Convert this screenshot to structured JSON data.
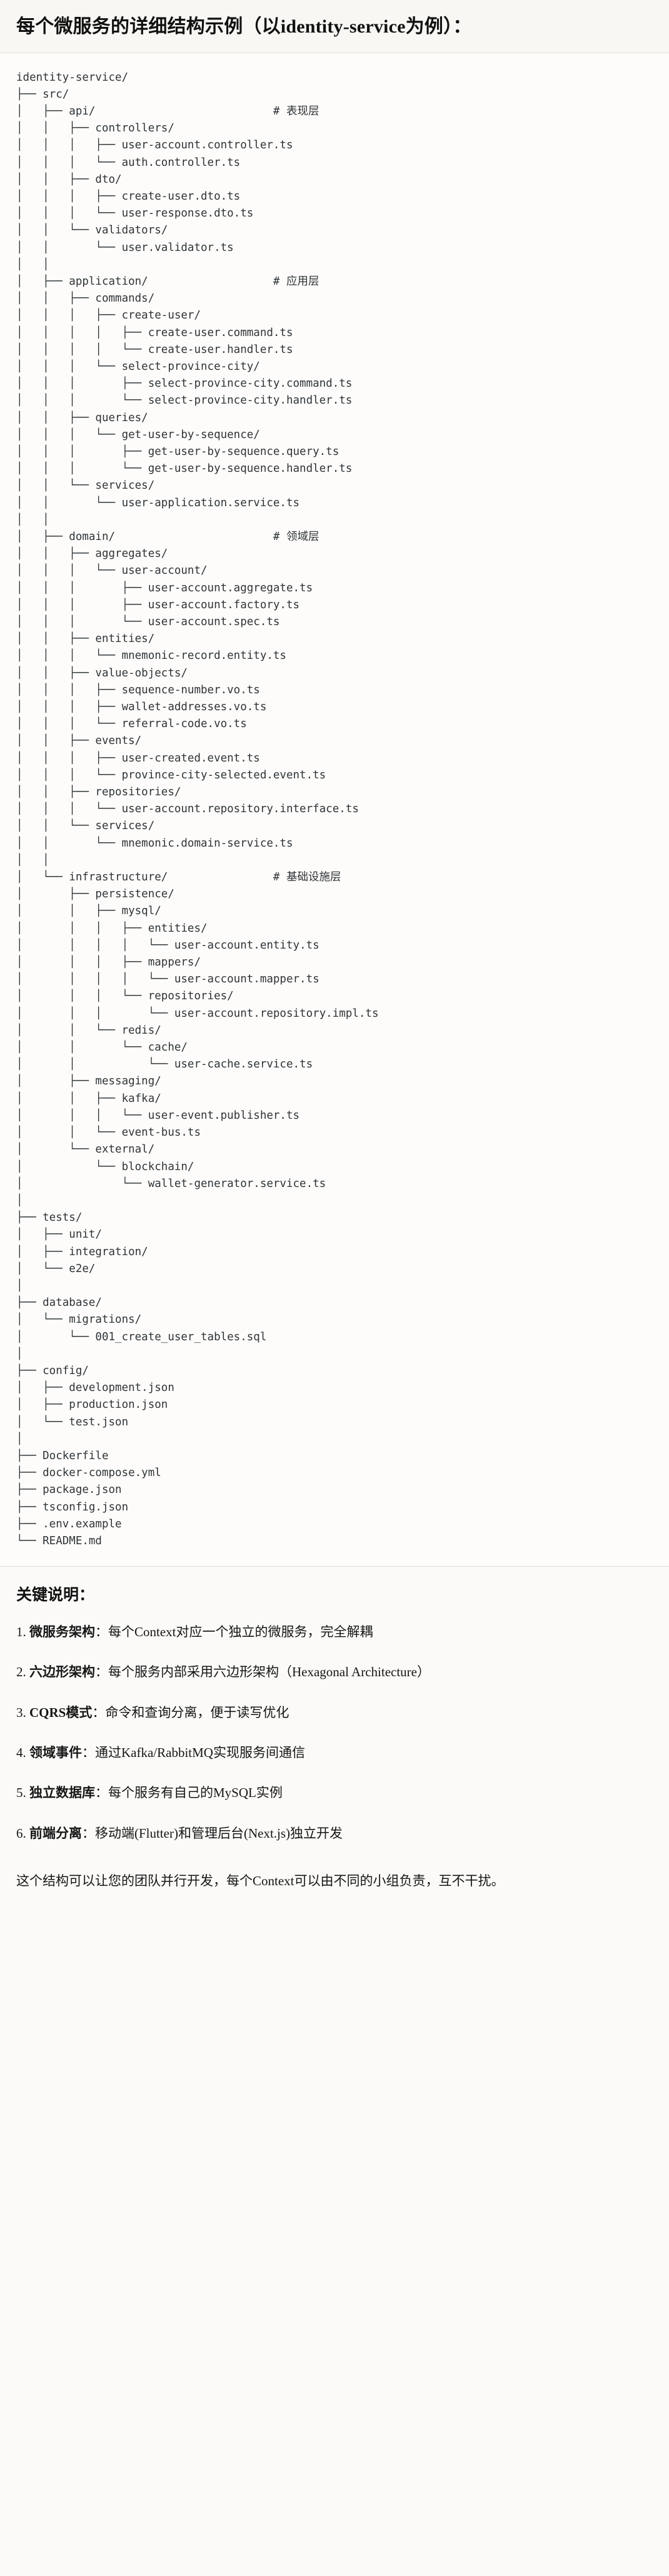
{
  "title": "每个微服务的详细结构示例（以identity-service为例）：",
  "tree": {
    "root": "identity-service/",
    "text": "identity-service/\n├── src/\n│   ├── api/                           # 表现层\n│   │   ├── controllers/\n│   │   │   ├── user-account.controller.ts\n│   │   │   └── auth.controller.ts\n│   │   ├── dto/\n│   │   │   ├── create-user.dto.ts\n│   │   │   └── user-response.dto.ts\n│   │   └── validators/\n│   │       └── user.validator.ts\n│   │\n│   ├── application/                   # 应用层\n│   │   ├── commands/\n│   │   │   ├── create-user/\n│   │   │   │   ├── create-user.command.ts\n│   │   │   │   └── create-user.handler.ts\n│   │   │   └── select-province-city/\n│   │   │       ├── select-province-city.command.ts\n│   │   │       └── select-province-city.handler.ts\n│   │   ├── queries/\n│   │   │   └── get-user-by-sequence/\n│   │   │       ├── get-user-by-sequence.query.ts\n│   │   │       └── get-user-by-sequence.handler.ts\n│   │   └── services/\n│   │       └── user-application.service.ts\n│   │\n│   ├── domain/                        # 领域层\n│   │   ├── aggregates/\n│   │   │   └── user-account/\n│   │   │       ├── user-account.aggregate.ts\n│   │   │       ├── user-account.factory.ts\n│   │   │       └── user-account.spec.ts\n│   │   ├── entities/\n│   │   │   └── mnemonic-record.entity.ts\n│   │   ├── value-objects/\n│   │   │   ├── sequence-number.vo.ts\n│   │   │   ├── wallet-addresses.vo.ts\n│   │   │   └── referral-code.vo.ts\n│   │   ├── events/\n│   │   │   ├── user-created.event.ts\n│   │   │   └── province-city-selected.event.ts\n│   │   ├── repositories/\n│   │   │   └── user-account.repository.interface.ts\n│   │   └── services/\n│   │       └── mnemonic.domain-service.ts\n│   │\n│   └── infrastructure/                # 基础设施层\n│       ├── persistence/\n│       │   ├── mysql/\n│       │   │   ├── entities/\n│       │   │   │   └── user-account.entity.ts\n│       │   │   ├── mappers/\n│       │   │   │   └── user-account.mapper.ts\n│       │   │   └── repositories/\n│       │   │       └── user-account.repository.impl.ts\n│       │   └── redis/\n│       │       └── cache/\n│       │           └── user-cache.service.ts\n│       ├── messaging/\n│       │   ├── kafka/\n│       │   │   └── user-event.publisher.ts\n│       │   └── event-bus.ts\n│       └── external/\n│           └── blockchain/\n│               └── wallet-generator.service.ts\n│\n├── tests/\n│   ├── unit/\n│   ├── integration/\n│   └── e2e/\n│\n├── database/\n│   └── migrations/\n│       └── 001_create_user_tables.sql\n│\n├── config/\n│   ├── development.json\n│   ├── production.json\n│   └── test.json\n│\n├── Dockerfile\n├── docker-compose.yml\n├── package.json\n├── tsconfig.json\n├── .env.example\n└── README.md",
    "layer_comments": [
      "# 表现层",
      "# 应用层",
      "# 领域层",
      "# 基础设施层"
    ]
  },
  "notes": {
    "heading": "关键说明：",
    "items": [
      {
        "num": "1.",
        "term": "微服务架构",
        "sep": "：",
        "body": "每个Context对应一个独立的微服务，完全解耦"
      },
      {
        "num": "2.",
        "term": "六边形架构",
        "sep": "：",
        "body": "每个服务内部采用六边形架构（Hexagonal Architecture）"
      },
      {
        "num": "3.",
        "term": "CQRS模式",
        "sep": "：",
        "body": "命令和查询分离，便于读写优化"
      },
      {
        "num": "4.",
        "term": "领域事件",
        "sep": "：",
        "body": "通过Kafka/RabbitMQ实现服务间通信"
      },
      {
        "num": "5.",
        "term": "独立数据库",
        "sep": "：",
        "body": "每个服务有自己的MySQL实例"
      },
      {
        "num": "6.",
        "term": "前端分离",
        "sep": "：",
        "body": "移动端(Flutter)和管理后台(Next.js)独立开发"
      }
    ],
    "closing": "这个结构可以让您的团队并行开发，每个Context可以由不同的小组负责，互不干扰。"
  },
  "colors": {
    "background": "#fbfaf8",
    "code_background": "#fdfcfa",
    "text": "#1b1b1b",
    "code_text": "#2f3337",
    "divider": "#e2e0da"
  }
}
